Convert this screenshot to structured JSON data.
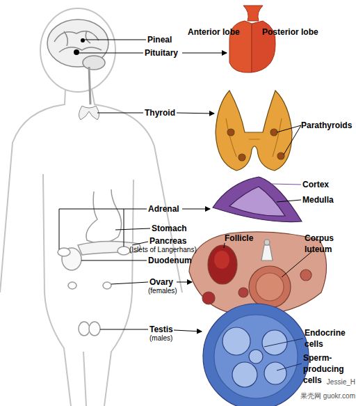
{
  "diagram": {
    "labels": [
      "Pineal",
      "Pituitary",
      "Anterior lobe",
      "Posterior lobe",
      "Thyroid",
      "Parathyroids",
      "Adrenal",
      "Cortex",
      "Medulla",
      "Stomach",
      "Pancreas",
      "(Islets of Langerhans)",
      "Duodenum",
      "Follicle",
      "Corpus luteum",
      "Ovary",
      "(females)",
      "Testis",
      "(males)",
      "Endocrine cells",
      "Sperm- producing cells",
      "Jessie_H",
      "果壳网 guokr.com"
    ]
  }
}
